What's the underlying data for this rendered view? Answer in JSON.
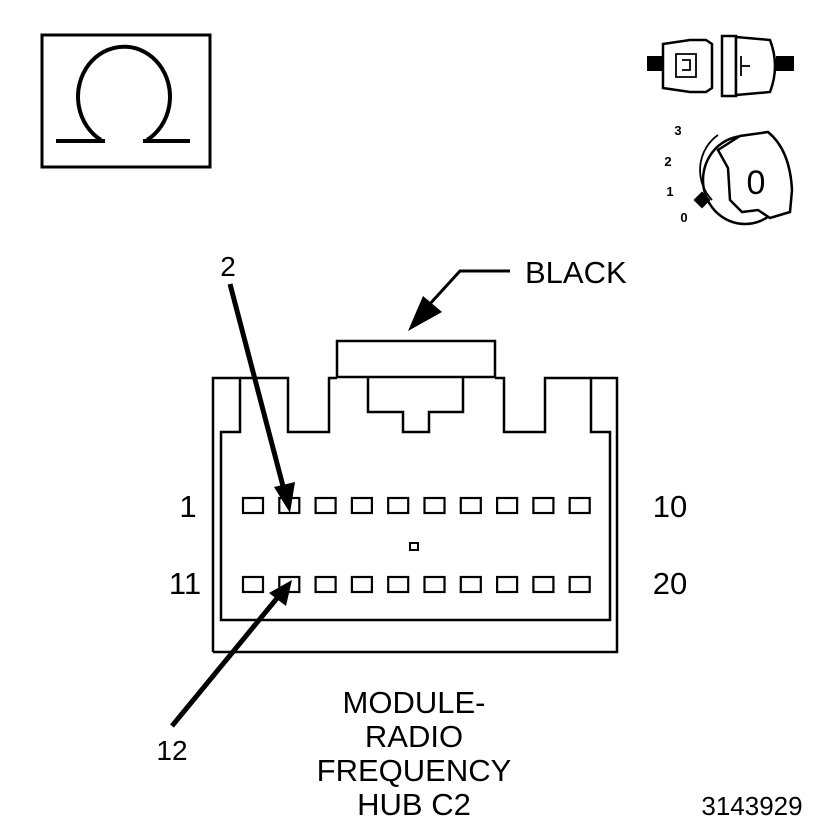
{
  "ohm_symbol": "Ω",
  "connector_color_label": "BLACK",
  "pin_callouts": {
    "top": "2",
    "bottom": "12"
  },
  "pin_row_labels": {
    "top_left": "1",
    "top_right": "10",
    "bottom_left": "11",
    "bottom_right": "20"
  },
  "ignition_key": {
    "positions": [
      "3",
      "2",
      "1",
      "0"
    ],
    "key_mark": "0"
  },
  "module_title_lines": [
    "MODULE-",
    "RADIO",
    "FREQUENCY",
    "HUB C2"
  ],
  "figure_number": "3143929",
  "icons": [
    "ohm-meter-icon",
    "connector-disconnected-icon",
    "ignition-key-off-icon"
  ],
  "colors": {
    "line": "#000000",
    "background": "#ffffff"
  }
}
